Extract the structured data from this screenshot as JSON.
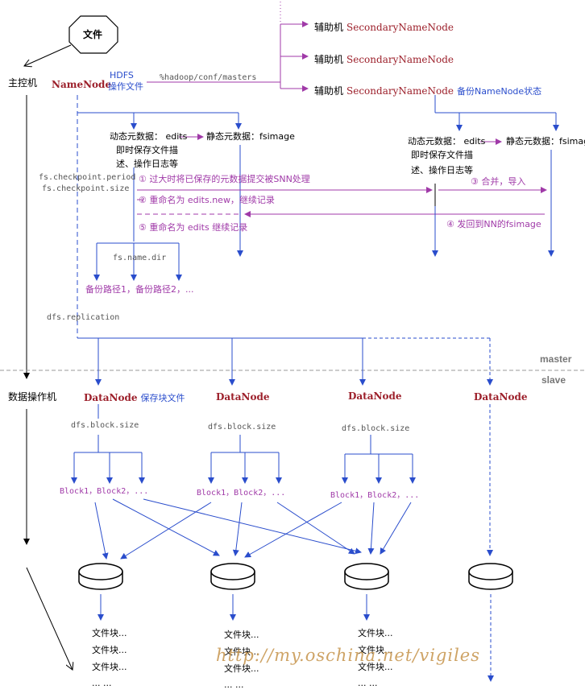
{
  "file_label": "文件",
  "master_host_label": "主控机",
  "data_host_label": "数据操作机",
  "namenode": {
    "name": "NameNode",
    "hdfs_label": "HDFS",
    "op_label": "操作文件",
    "masters_path": "%hadoop/conf/masters"
  },
  "secondary": [
    {
      "prefix": "辅助机",
      "name": "SecondaryNameNode",
      "note": ""
    },
    {
      "prefix": "辅助机",
      "name": "SecondaryNameNode",
      "note": ""
    },
    {
      "prefix": "辅助机",
      "name": "SecondaryNameNode",
      "note": "备份NameNode状态"
    }
  ],
  "nn_meta": {
    "dynamic_lines": [
      "动态元数据： edits",
      "即时保存文件描",
      "述、操作日志等"
    ],
    "static_label": "静态元数据：fsimage"
  },
  "snn_meta": {
    "dynamic_lines": [
      "动态元数据： edits",
      "即时保存文件描",
      "述、操作日志等"
    ],
    "static_label": "静态元数据：fsimage"
  },
  "checkpoint_params": [
    "fs.checkpoint.period",
    "fs.checkpoint.size"
  ],
  "steps": [
    "① 过大时将已保存的元数据提交被SNN处理",
    "② 重命名为 edits.new，继续记录",
    "③ 合并，导入",
    "④ 发回到NN的fsimage",
    "⑤ 重命名为 edits 继续记录"
  ],
  "name_dir": {
    "param": "fs.name.dir",
    "backup_paths": "备份路径1，备份路径2，..."
  },
  "replication_param": "dfs.replication",
  "zones": {
    "master": "master",
    "slave": "slave"
  },
  "datanodes": [
    {
      "name": "DataNode",
      "note": "保存块文件",
      "block_size_param": "dfs.block.size",
      "blocks": "Block1，Block2，...",
      "files": [
        "文件块...",
        "文件块...",
        "文件块...",
        "... ..."
      ]
    },
    {
      "name": "DataNode",
      "note": "",
      "block_size_param": "dfs.block.size",
      "blocks": "Block1，Block2，...",
      "files": [
        "文件块...",
        "文件块...",
        "文件块...",
        "... ..."
      ]
    },
    {
      "name": "DataNode",
      "note": "",
      "block_size_param": "dfs.block.size",
      "blocks": "Block1，Block2，...",
      "files": [
        "文件块...",
        "文件块...",
        "文件块...",
        "... ..."
      ]
    },
    {
      "name": "DataNode",
      "note": "",
      "block_size_param": "",
      "blocks": "",
      "files": []
    }
  ],
  "watermark": "http://my.oschina.net/vigiles",
  "colors": {
    "blue": "#2a4dcc",
    "purple": "#a03aa8",
    "red": "#9c1f2a",
    "gray": "#999999"
  }
}
